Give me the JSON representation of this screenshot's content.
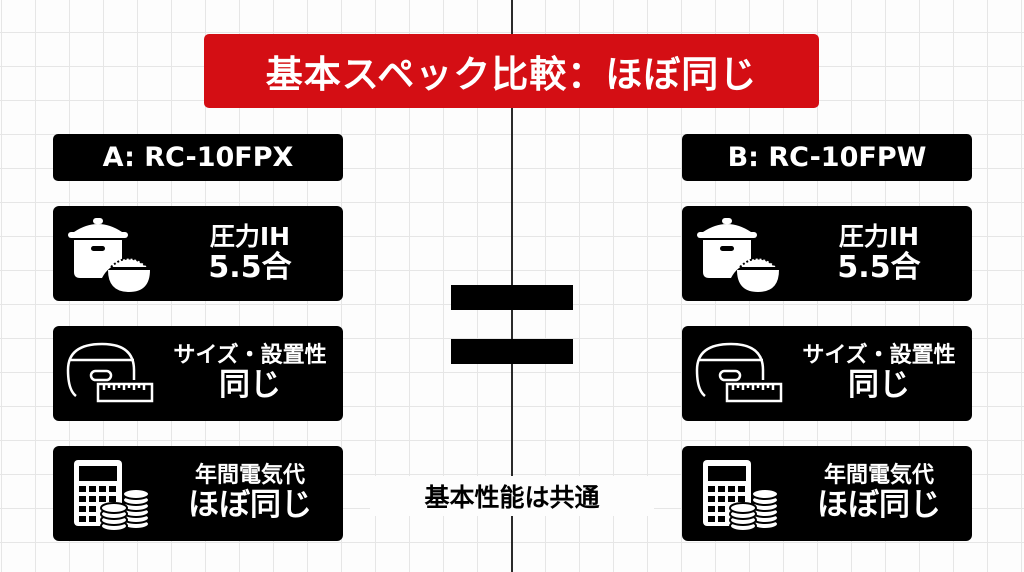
{
  "title": "基本スペック比較：ほぼ同じ",
  "colors": {
    "banner": "#d40e14",
    "card": "#000000",
    "text_on_card": "#ffffff",
    "background": "#fdfdfd",
    "grid": "#e6e6e6"
  },
  "models": [
    {
      "label": "A: RC-10FPX",
      "cards": [
        {
          "icon": "rice-cooker-bowl-icon",
          "line1": "圧力IH",
          "line2": "5.5合"
        },
        {
          "icon": "rice-cooker-ruler-icon",
          "line1": "サイズ・設置性",
          "line2": "同じ"
        },
        {
          "icon": "calculator-coins-icon",
          "line1": "年間電気代",
          "line2": "ほぼ同じ"
        }
      ]
    },
    {
      "label": "B: RC-10FPW",
      "cards": [
        {
          "icon": "rice-cooker-bowl-icon",
          "line1": "圧力IH",
          "line2": "5.5合"
        },
        {
          "icon": "rice-cooker-ruler-icon",
          "line1": "サイズ・設置性",
          "line2": "同じ"
        },
        {
          "icon": "calculator-coins-icon",
          "line1": "年間電気代",
          "line2": "ほぼ同じ"
        }
      ]
    }
  ],
  "center": {
    "symbol": "equals-sign",
    "caption": "基本性能は共通"
  }
}
